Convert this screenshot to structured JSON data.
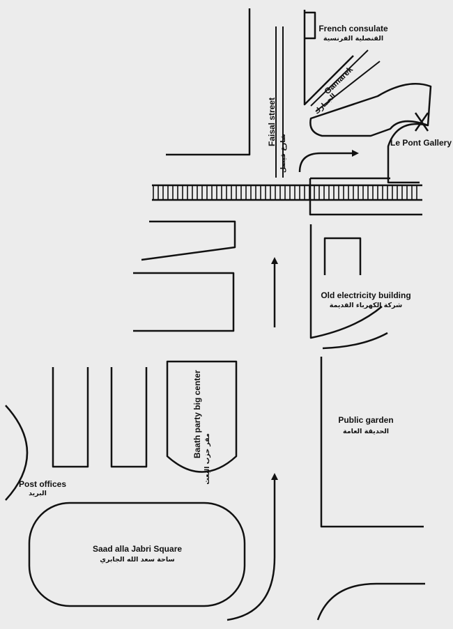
{
  "labels": {
    "french_consulate_en": "French consulate",
    "french_consulate_ar": "القنصلية الفرنسية",
    "gamarek_en": "Gamarek",
    "gamarek_ar": "الجمارك",
    "faisal_en": "Faisal street",
    "faisal_ar": "شارع فيصل",
    "le_pont_en": "Le Pont Gallery",
    "old_electricity_en": "Old electricity building",
    "old_electricity_ar": "شركة الكهرباء القديمة",
    "baath_en": "Baath party big center",
    "baath_ar": "مقر حزب البعث",
    "public_garden_en": "Public garden",
    "public_garden_ar": "الحديقة العامة",
    "post_offices_en": "Post offices",
    "post_offices_ar": "البريد",
    "square_en": "Saad alla Jabri Square",
    "square_ar": "ساحة سعد الله الجابري"
  },
  "icons": {
    "destination_marker": "x-mark-icon",
    "direction_arrows": "arrow-icon"
  },
  "colors": {
    "background": "#ececec",
    "ink": "#111111"
  }
}
